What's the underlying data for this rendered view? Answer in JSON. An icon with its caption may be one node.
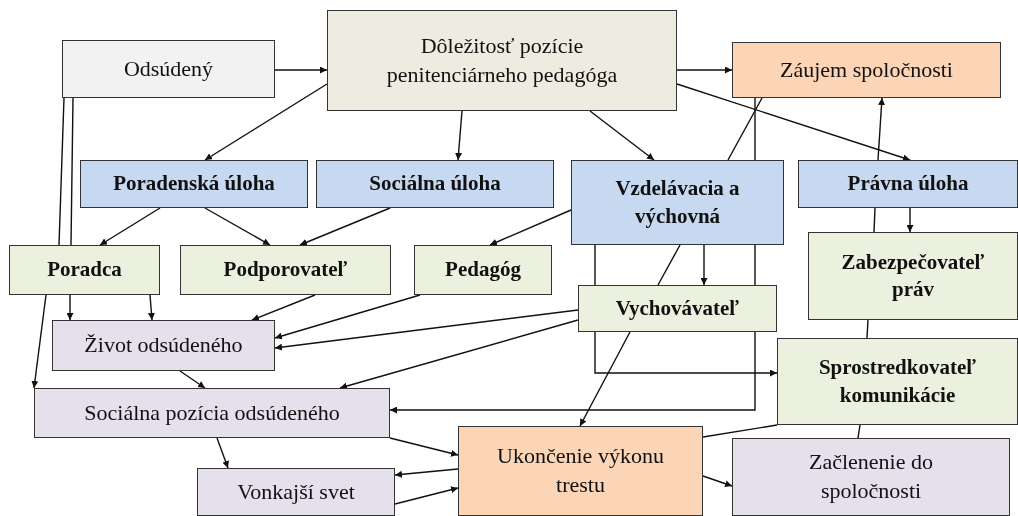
{
  "diagram": {
    "nodes": [
      {
        "text": [
          "Odsúdený"
        ]
      },
      {
        "text": [
          "Dôležitosť pozície penitenciárneho pedagóga"
        ]
      },
      {
        "text": [
          "Záujem spoločnosti"
        ]
      },
      {
        "text": [
          "Poradenská úloha"
        ]
      },
      {
        "text": [
          "Sociálna úloha"
        ]
      },
      {
        "text": [
          "Vzdelávacia a výchovná"
        ]
      },
      {
        "text": [
          "Právna úloha"
        ]
      },
      {
        "text": [
          "Poradca"
        ]
      },
      {
        "text": [
          "Podporovateľ"
        ]
      },
      {
        "text": [
          "Pedagóg"
        ]
      },
      {
        "text": [
          "Zabezpečovateľ práv"
        ]
      },
      {
        "text": [
          "Vychovávateľ"
        ]
      },
      {
        "text": [
          "Život odsúdeného"
        ]
      },
      {
        "text": [
          "Sprostredkovateľ komunikácie"
        ]
      },
      {
        "text": [
          "Sociálna pozícia odsúdeného"
        ]
      },
      {
        "text": [
          "Ukončenie výkonu trestu"
        ]
      },
      {
        "text": [
          "Začlenenie do spoločnosti"
        ]
      },
      {
        "text": [
          "Vonkajší svet"
        ]
      }
    ],
    "edges": [
      {
        "from": 0,
        "to": 1,
        "arrow": "to"
      },
      {
        "from": 1,
        "to": 2,
        "arrow": "to"
      },
      {
        "from": 1,
        "to": 3,
        "arrow": "to"
      },
      {
        "from": 1,
        "to": 4,
        "arrow": "to"
      },
      {
        "from": 1,
        "to": 5,
        "arrow": "to"
      },
      {
        "from": 1,
        "to": 6,
        "arrow": "to"
      },
      {
        "from": 0,
        "to": 7,
        "arrow": "none"
      },
      {
        "from": 0,
        "to": 7,
        "arrow": "none"
      },
      {
        "from": 3,
        "to": 7,
        "arrow": "to"
      },
      {
        "from": 3,
        "to": 8,
        "arrow": "to"
      },
      {
        "from": 4,
        "to": 8,
        "arrow": "to"
      },
      {
        "from": 5,
        "to": 9,
        "arrow": "to"
      },
      {
        "from": 5,
        "to": 11,
        "arrow": "to"
      },
      {
        "from": 5,
        "to": 11,
        "arrow": "none"
      },
      {
        "from": 5,
        "to": 11,
        "arrow": "none"
      },
      {
        "from": 5,
        "to": 11,
        "arrow": "none"
      },
      {
        "from": 2,
        "to": 5,
        "arrow": "none"
      },
      {
        "from": 2,
        "to": 5,
        "arrow": "none"
      },
      {
        "from": 11,
        "to": 13,
        "arrow": "to"
      },
      {
        "from": 11,
        "to": 14,
        "arrow": "to"
      },
      {
        "from": 11,
        "to": 15,
        "arrow": "to"
      },
      {
        "from": 16,
        "to": 13,
        "arrow": "none"
      },
      {
        "from": 13,
        "to": 10,
        "arrow": "none"
      },
      {
        "from": 10,
        "to": 6,
        "arrow": "none"
      },
      {
        "from": 6,
        "to": 2,
        "arrow": "to"
      },
      {
        "from": 6,
        "to": 10,
        "arrow": "to"
      },
      {
        "from": 7,
        "to": 14,
        "arrow": "to"
      },
      {
        "from": 7,
        "to": 12,
        "arrow": "to"
      },
      {
        "from": 7,
        "to": 12,
        "arrow": "to"
      },
      {
        "from": 8,
        "to": 12,
        "arrow": "to"
      },
      {
        "from": 9,
        "to": 12,
        "arrow": "to"
      },
      {
        "from": 11,
        "to": 12,
        "arrow": "to"
      },
      {
        "from": 11,
        "to": 14,
        "arrow": "to"
      },
      {
        "from": 12,
        "to": 14,
        "arrow": "to"
      },
      {
        "from": 14,
        "to": 15,
        "arrow": "to"
      },
      {
        "from": 14,
        "to": 17,
        "arrow": "to"
      },
      {
        "from": 15,
        "to": 17,
        "arrow": "to"
      },
      {
        "from": 17,
        "to": 15,
        "arrow": "to"
      },
      {
        "from": 15,
        "to": 16,
        "arrow": "to"
      },
      {
        "from": 13,
        "to": 15,
        "arrow": "none"
      }
    ]
  }
}
